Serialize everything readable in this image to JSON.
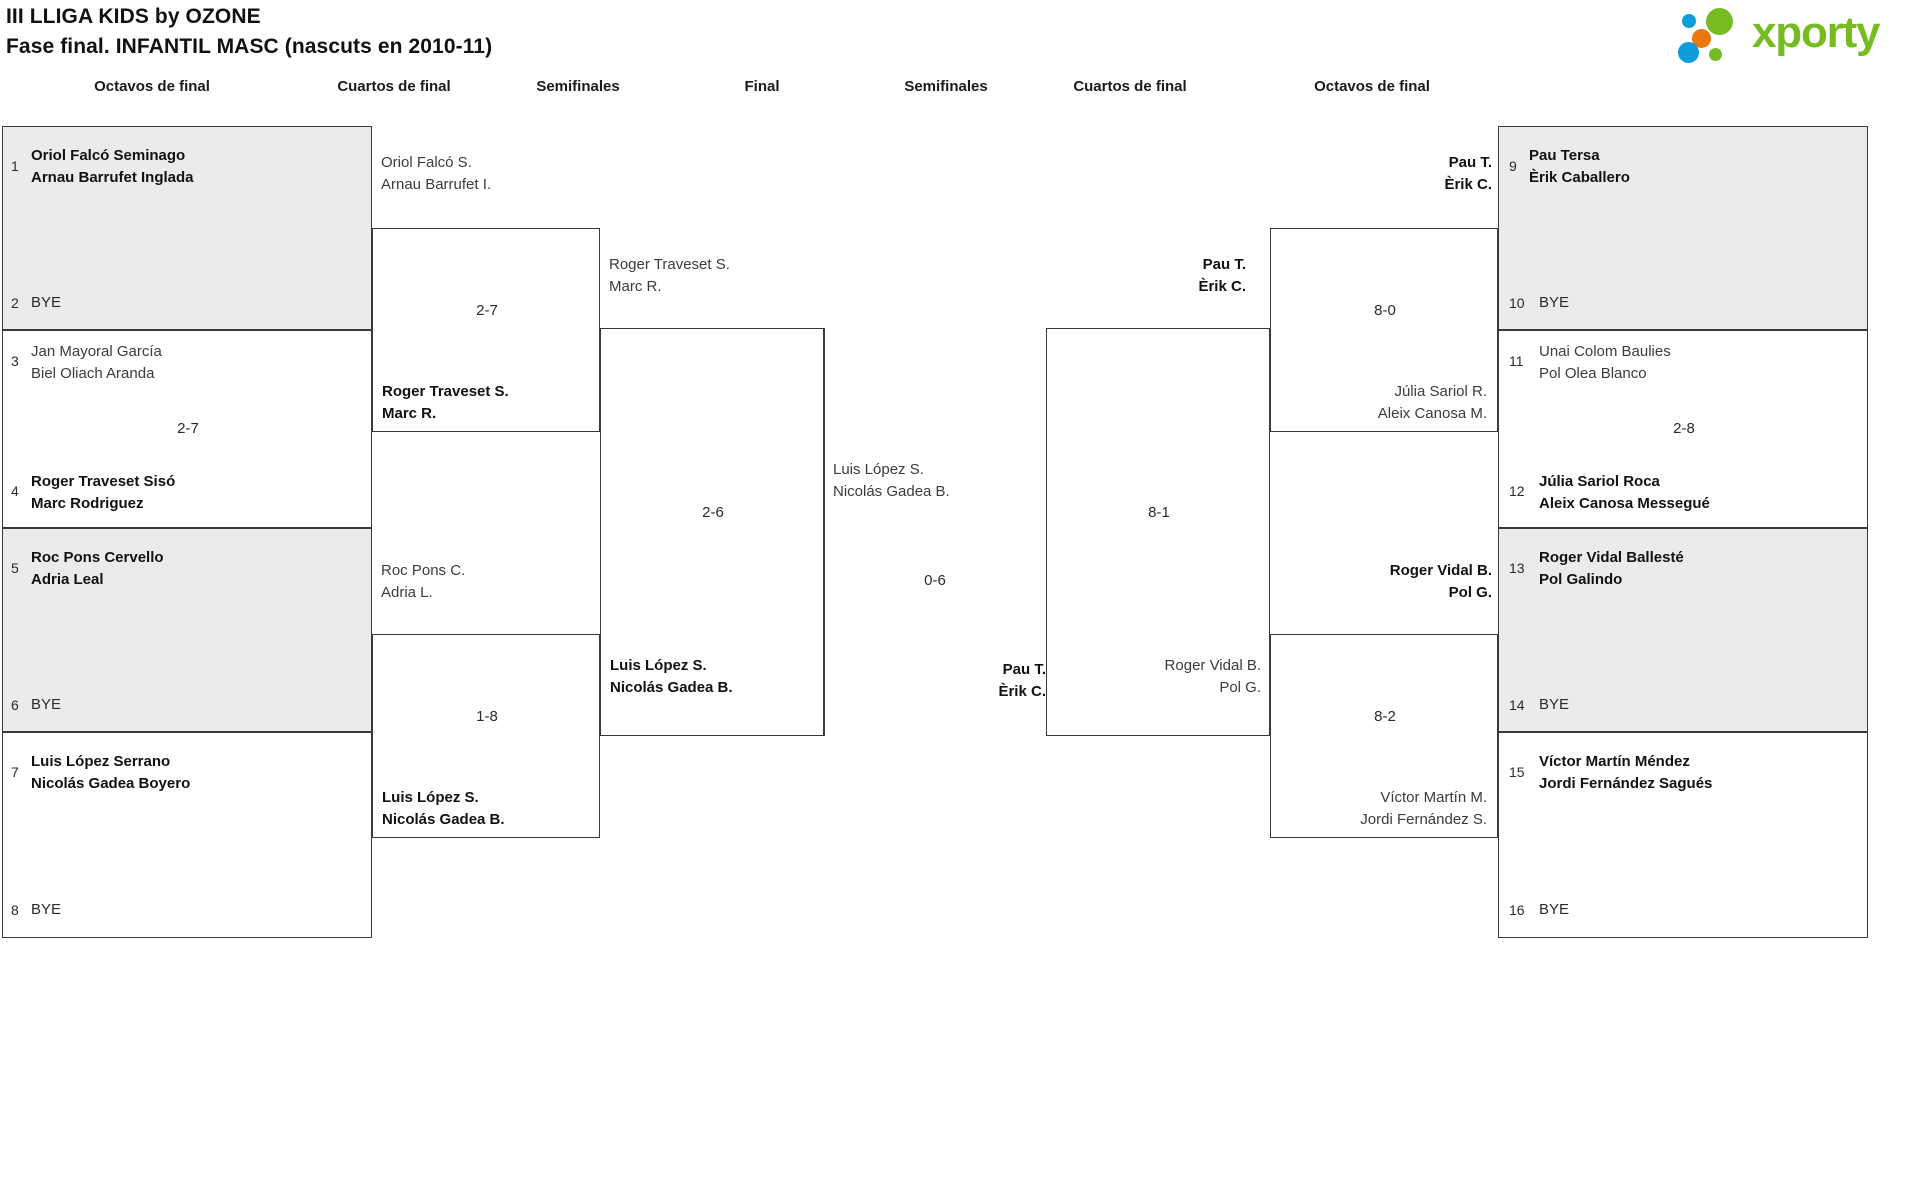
{
  "header": {
    "title_line1": "III LLIGA KIDS by OZONE",
    "title_line2": "Fase final. INFANTIL MASC (nascuts en 2010-11)",
    "logo_text": "xporty",
    "logo_colors": {
      "green": "#76bc21",
      "blue": "#0d9ddb",
      "orange": "#e8770d"
    },
    "logo_dots": [
      {
        "name": "dot-blue-small",
        "color": "#0d9ddb"
      },
      {
        "name": "dot-green-large",
        "color": "#76bc21"
      },
      {
        "name": "dot-orange",
        "color": "#e8770d"
      },
      {
        "name": "dot-blue-large",
        "color": "#0d9ddb"
      },
      {
        "name": "dot-green-small",
        "color": "#76bc21"
      }
    ]
  },
  "round_labels": {
    "left_octavos": "Octavos de final",
    "left_cuartos": "Cuartos de final",
    "left_semis": "Semifinales",
    "final": "Final",
    "right_semis": "Semifinales",
    "right_cuartos": "Cuartos de final",
    "right_octavos": "Octavos de final"
  },
  "bye_label": "BYE",
  "left": {
    "octavos": [
      {
        "seed_top": "1",
        "top_line1": "Oriol Falcó Seminago",
        "top_line2": "Arnau Barrufet Inglada",
        "top_state": "win",
        "seed_bottom": "2",
        "bottom_line1": "BYE",
        "bottom_line2": "",
        "bottom_state": "lose",
        "score": "",
        "shaded": true
      },
      {
        "seed_top": "3",
        "top_line1": "Jan Mayoral García",
        "top_line2": "Biel Oliach Aranda",
        "top_state": "lose",
        "seed_bottom": "4",
        "bottom_line1": "Roger Traveset Sisó",
        "bottom_line2": "Marc Rodriguez",
        "bottom_state": "win",
        "score": "2-7",
        "shaded": false
      },
      {
        "seed_top": "5",
        "top_line1": "Roc Pons Cervello",
        "top_line2": "Adria Leal",
        "top_state": "win",
        "seed_bottom": "6",
        "bottom_line1": "BYE",
        "bottom_line2": "",
        "bottom_state": "lose",
        "score": "",
        "shaded": true
      },
      {
        "seed_top": "7",
        "top_line1": "Luis López Serrano",
        "top_line2": "Nicolás Gadea Boyero",
        "top_state": "win",
        "seed_bottom": "8",
        "bottom_line1": "BYE",
        "bottom_line2": "",
        "bottom_state": "lose",
        "score": "",
        "shaded": false
      }
    ],
    "cuartos": [
      {
        "top_line1": "Oriol Falcó S.",
        "top_line2": "Arnau Barrufet I.",
        "top_state": "lose",
        "bottom_line1": "Roger Traveset S.",
        "bottom_line2": "Marc R.",
        "bottom_state": "win",
        "score": "2-7"
      },
      {
        "top_line1": "Roc Pons C.",
        "top_line2": "Adria L.",
        "top_state": "lose",
        "bottom_line1": "Luis López S.",
        "bottom_line2": "Nicolás Gadea B.",
        "bottom_state": "win",
        "score": "1-8"
      }
    ],
    "semifinal": {
      "top_line1": "Roger Traveset S.",
      "top_line2": "Marc R.",
      "top_state": "lose",
      "bottom_line1": "Luis López S.",
      "bottom_line2": "Nicolás Gadea B.",
      "bottom_state": "win",
      "score": "2-6"
    }
  },
  "final": {
    "top_line1": "Luis López S.",
    "top_line2": "Nicolás Gadea B.",
    "top_state": "lose",
    "bottom_line1": "Pau T.",
    "bottom_line2": "Èrik C.",
    "bottom_state": "win",
    "score": "0-6"
  },
  "right": {
    "semifinal": {
      "top_line1": "Pau T.",
      "top_line2": "Èrik C.",
      "top_state": "win",
      "bottom_line1": "Roger Vidal B.",
      "bottom_line2": "Pol G.",
      "bottom_state": "lose",
      "score": "8-1"
    },
    "cuartos": [
      {
        "top_line1": "Pau T.",
        "top_line2": "Èrik C.",
        "top_state": "win",
        "bottom_line1": "Júlia Sariol R.",
        "bottom_line2": "Aleix Canosa M.",
        "bottom_state": "lose",
        "score": "8-0"
      },
      {
        "top_line1": "Roger Vidal B.",
        "top_line2": "Pol G.",
        "top_state": "win",
        "bottom_line1": "Víctor Martín M.",
        "bottom_line2": "Jordi Fernández S.",
        "bottom_state": "lose",
        "score": "8-2"
      }
    ],
    "octavos": [
      {
        "seed_top": "9",
        "top_line1": "Pau Tersa",
        "top_line2": "Èrik Caballero",
        "top_state": "win",
        "seed_bottom": "10",
        "bottom_line1": "BYE",
        "bottom_line2": "",
        "bottom_state": "lose",
        "score": "",
        "shaded": true
      },
      {
        "seed_top": "11",
        "top_line1": "Unai Colom Baulies",
        "top_line2": "Pol Olea Blanco",
        "top_state": "lose",
        "seed_bottom": "12",
        "bottom_line1": "Júlia Sariol Roca",
        "bottom_line2": "Aleix Canosa Messegué",
        "bottom_state": "win",
        "score": "2-8",
        "shaded": false
      },
      {
        "seed_top": "13",
        "top_line1": "Roger Vidal Ballesté",
        "top_line2": "Pol Galindo",
        "top_state": "win",
        "seed_bottom": "14",
        "bottom_line1": "BYE",
        "bottom_line2": "",
        "bottom_state": "lose",
        "score": "",
        "shaded": true
      },
      {
        "seed_top": "15",
        "top_line1": "Víctor Martín Méndez",
        "top_line2": "Jordi Fernández Sagués",
        "top_state": "win",
        "seed_bottom": "16",
        "bottom_line1": "BYE",
        "bottom_line2": "",
        "bottom_state": "lose",
        "score": "",
        "shaded": false
      }
    ]
  }
}
